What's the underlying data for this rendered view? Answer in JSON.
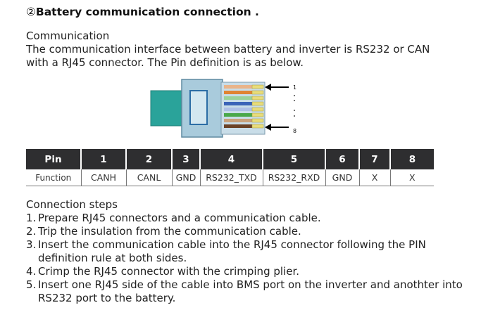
{
  "heading": {
    "marker": "②",
    "text": "Battery communication connection ."
  },
  "intro": {
    "title": "Communication",
    "lines": [
      "The communication interface between battery and inverter is RS232 or CAN",
      "with a RJ45 connector. The Pin definition is as below."
    ]
  },
  "figure": {
    "label_top": "1",
    "label_bottom": "8"
  },
  "pin_table": {
    "header": [
      "Pin",
      "1",
      "2",
      "3",
      "4",
      "5",
      "6",
      "7",
      "8"
    ],
    "row": [
      "Function",
      "CANH",
      "CANL",
      "GND",
      "RS232_TXD",
      "RS232_RXD",
      "GND",
      "X",
      "X"
    ]
  },
  "steps": {
    "title": "Connection steps",
    "items": [
      {
        "num": "1.",
        "text": "Prepare RJ45 connectors and a communication cable."
      },
      {
        "num": "2.",
        "text": "Trip the insulation from the communication cable."
      },
      {
        "num": "3.",
        "text": "Insert the communication cable into the RJ45 connector following the PIN definition rule at both sides."
      },
      {
        "num": "4.",
        "text": "Crimp the RJ45 connector with the crimping plier."
      },
      {
        "num": "5.",
        "text": "Insert one RJ45 side of the cable into BMS port on the inverter and anothter into RS232 port to the battery."
      }
    ]
  },
  "colors": {
    "table_header_bg": "#2e2e30",
    "cable_boot": "#2aa39a",
    "plug_body": "#9fc4d6"
  }
}
